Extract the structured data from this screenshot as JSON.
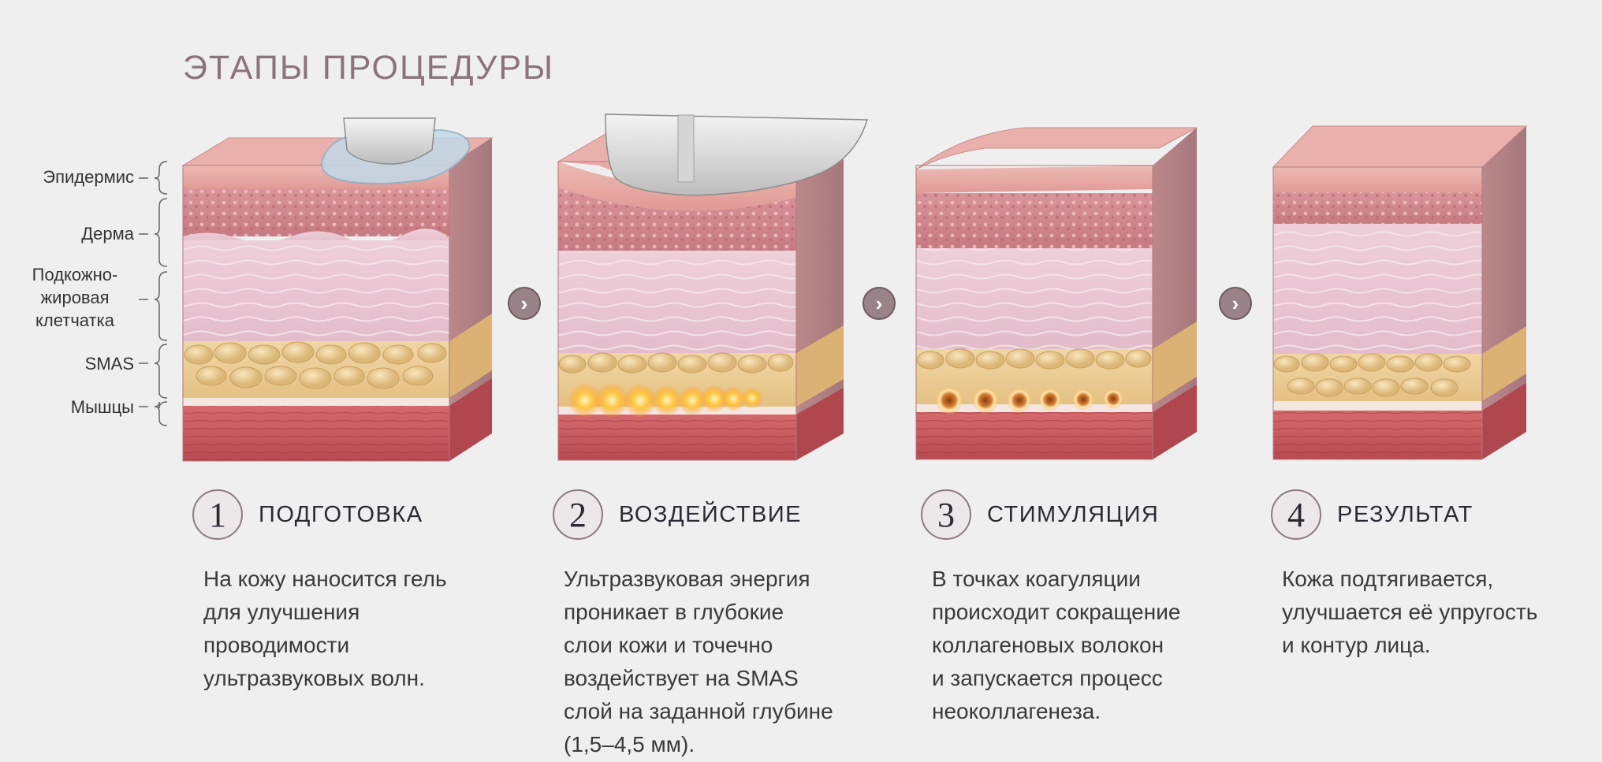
{
  "title": "ЭТАПЫ ПРОЦЕДУРЫ",
  "layers": {
    "epidermis": "Эпидермис",
    "dermis": "Дерма",
    "subcutaneous": "Подкожно-\nжировая\nклетчатка",
    "smas": "SMAS",
    "muscles": "Мышцы"
  },
  "steps": [
    {
      "number": "1",
      "title": "ПОДГОТОВКА",
      "text": "На кожу наносится гель\nдля улучшения\nпроводимости\nультразвуковых волн."
    },
    {
      "number": "2",
      "title": "ВОЗДЕЙСТВИЕ",
      "text": "Ультразвуковая энергия\nпроникает в глубокие\nслои кожи и точечно\nвоздействует на SMAS\nслой на заданной глубине\n(1,5–4,5 мм)."
    },
    {
      "number": "3",
      "title": "СТИМУЛЯЦИЯ",
      "text": "В точках коагуляции\nпроисходит сокращение\nколлагеновых волокон\nи запускается процесс\nнеоколлагенеза."
    },
    {
      "number": "4",
      "title": "РЕЗУЛЬТАТ",
      "text": "Кожа подтягивается,\nулучшается её упругость\nи контур лица."
    }
  ],
  "colors": {
    "title": "#8a7479",
    "arrow": "#9a8388",
    "epidermis": "#e8a8a4",
    "dermis": "#c97f86",
    "subcutaneous": "#e9c6d0",
    "smas": "#e8c790",
    "muscle": "#c2545a",
    "energy": "#ffb020"
  },
  "icons": {
    "arrow": "chevron-right-icon"
  }
}
